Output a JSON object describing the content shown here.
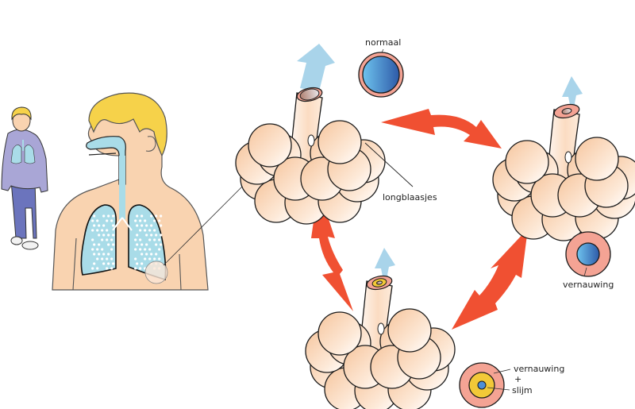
{
  "labels": {
    "normal": "normaal",
    "alveoli": "longblaasjes",
    "narrowing": "vernauwing",
    "narrowing_plus": "+",
    "narrowing_mucus_1": "vernauwing",
    "mucus": "slijm"
  },
  "colors": {
    "arrow_red": "#f05032",
    "air_blue": "#a9d4ea",
    "skin": "#f9d3b0",
    "alveolus_fill": "#fbd9bd",
    "wall_pink": "#f4a394",
    "mucus_yellow": "#f2c938",
    "lumen_blue_dark": "#2e5aa8",
    "lumen_blue_light": "#6ec3ee",
    "hair": "#f6d24a",
    "sweater": "#a9a6d6",
    "jeans": "#6b74bd",
    "lung_blue": "#a9dce8"
  },
  "diagram": {
    "states": [
      {
        "name": "normal",
        "label_key": "normaal"
      },
      {
        "name": "narrowed",
        "label_key": "vernauwing"
      },
      {
        "name": "narrowed-with-mucus",
        "label_key": "vernauwing + slijm"
      }
    ]
  }
}
